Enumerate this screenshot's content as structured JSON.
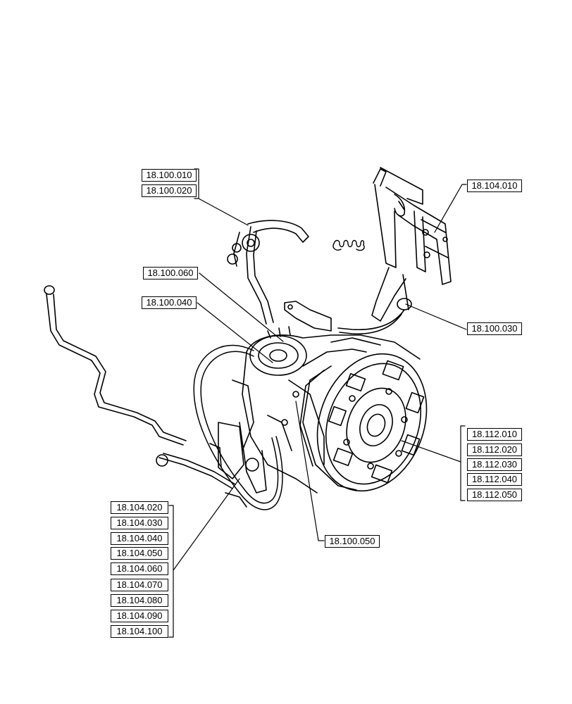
{
  "diagram": {
    "callouts": {
      "top_left_group": [
        "18.100.010",
        "18.100.020"
      ],
      "mid_left_1": "18.100.060",
      "mid_left_2": "18.100.040",
      "top_right": "18.104.010",
      "right_mid": "18.100.030",
      "right_group": [
        "18.112.010",
        "18.112.020",
        "18.112.030",
        "18.112.040",
        "18.112.050"
      ],
      "bottom_center": "18.100.050",
      "bottom_left_group": [
        "18.104.020",
        "18.104.030",
        "18.104.040",
        "18.104.050",
        "18.104.060",
        "18.104.070",
        "18.104.080",
        "18.104.090",
        "18.104.100"
      ]
    }
  }
}
